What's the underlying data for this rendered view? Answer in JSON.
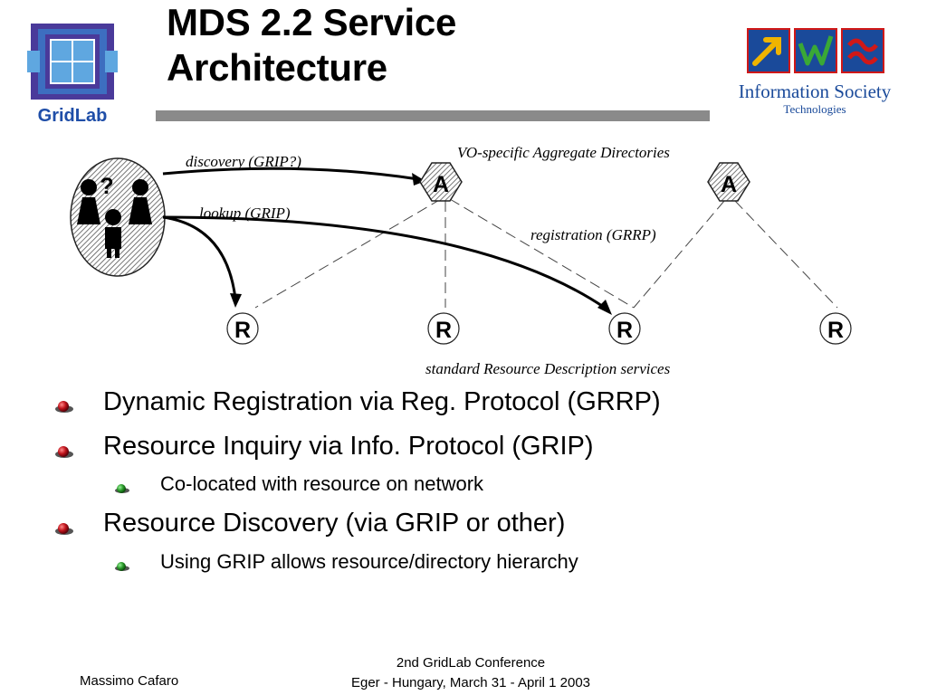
{
  "slide": {
    "title_lines": [
      "MDS 2.2 Service",
      "Architecture"
    ]
  },
  "logos": {
    "gridlab_text": "GridLab",
    "ist_line1": "Information Society",
    "ist_line2": "Technologies"
  },
  "diagram": {
    "user_group_symbol": "?",
    "aggregate_label": "A",
    "resource_label": "R",
    "labels": {
      "discovery": "discovery (GRIP?)",
      "lookup": "lookup (GRIP)",
      "aggregate_directories": "VO-specific Aggregate Directories",
      "registration": "registration (GRRP)",
      "resource_services": "standard Resource Description services"
    }
  },
  "bullets": [
    {
      "level": 1,
      "text": "Dynamic Registration via Reg. Protocol (GRRP)"
    },
    {
      "level": 1,
      "text": "Resource Inquiry via Info. Protocol (GRIP)"
    },
    {
      "level": 2,
      "text": "Co-located with resource on network"
    },
    {
      "level": 1,
      "text": "Resource Discovery (via GRIP or other)"
    },
    {
      "level": 2,
      "text": "Using GRIP allows resource/directory hierarchy"
    }
  ],
  "footer": {
    "author": "Massimo Cafaro",
    "conference_line1": "2nd GridLab Conference",
    "conference_line2": "Eger - Hungary,  March 31 - April 1 2003"
  },
  "colors": {
    "gridlab_blue": "#1f4ea8",
    "gridlab_purple": "#4a3a9a",
    "rule_gray": "#8a8a8a",
    "bullet_red": "#c0141c",
    "bullet_green": "#2a9a2a",
    "ist_blue": "#1a4a9a",
    "ist_yellow": "#f0b400",
    "ist_red": "#d01818"
  }
}
